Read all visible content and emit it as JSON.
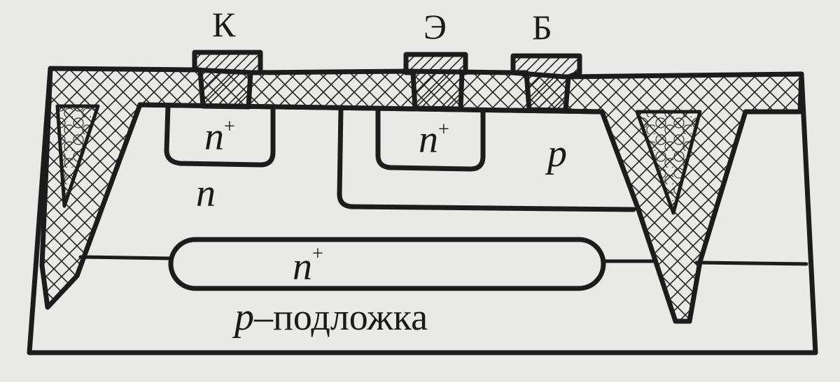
{
  "contacts": {
    "collector": "К",
    "emitter": "Э",
    "base": "Б"
  },
  "regions": {
    "collector_contact": {
      "main": "n",
      "sup": "+"
    },
    "emitter": {
      "main": "n",
      "sup": "+"
    },
    "base": {
      "main": "p"
    },
    "collector": {
      "main": "n"
    },
    "buried_layer": {
      "main": "n",
      "sup": "+"
    },
    "substrate": {
      "main": "p",
      "rest": "–подложка"
    }
  },
  "colors": {
    "ink": "#1c1c1c",
    "paper": "#e9e9e7"
  }
}
